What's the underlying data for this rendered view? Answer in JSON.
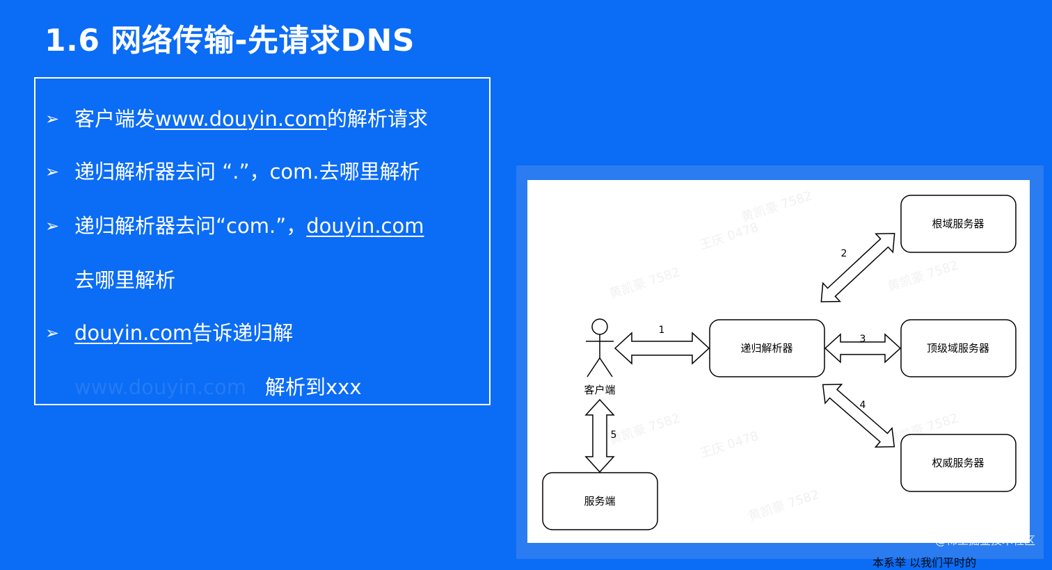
{
  "title": "1.6 网络传输-先请求DNS",
  "bullets": [
    {
      "pre": "客户端发",
      "link": "www.douyin.com",
      "post": "的解析请求"
    },
    {
      "text": "递归解析器去问 “.”，com.去哪里解析"
    },
    {
      "pre": "递归解析器去问“com.”，",
      "link": "douyin.com",
      "cont": "去哪里解析"
    },
    {
      "link": "douyin.com",
      "post": "告诉递归解",
      "faded": "www.douyin.com",
      "cont": "解析到xxx"
    }
  ],
  "bullet_marker": "➢",
  "diagram": {
    "nodes": {
      "root": "根域服务器",
      "resolver": "递归解析器",
      "tld": "顶级域服务器",
      "auth": "权威服务器",
      "server": "服务端",
      "client": "客户端"
    },
    "edges": [
      "1",
      "2",
      "3",
      "4",
      "5"
    ],
    "watermarks": [
      "王庆 0478",
      "黄凯豪 7582"
    ]
  },
  "footer_watermark": "@稀土掘金技术社区",
  "bottom_cut_text": "本系举 以我们平时的",
  "colors": {
    "background": "#0b6cf5",
    "box_border": "#ffffff",
    "diagram_bg": "#ffffff"
  }
}
